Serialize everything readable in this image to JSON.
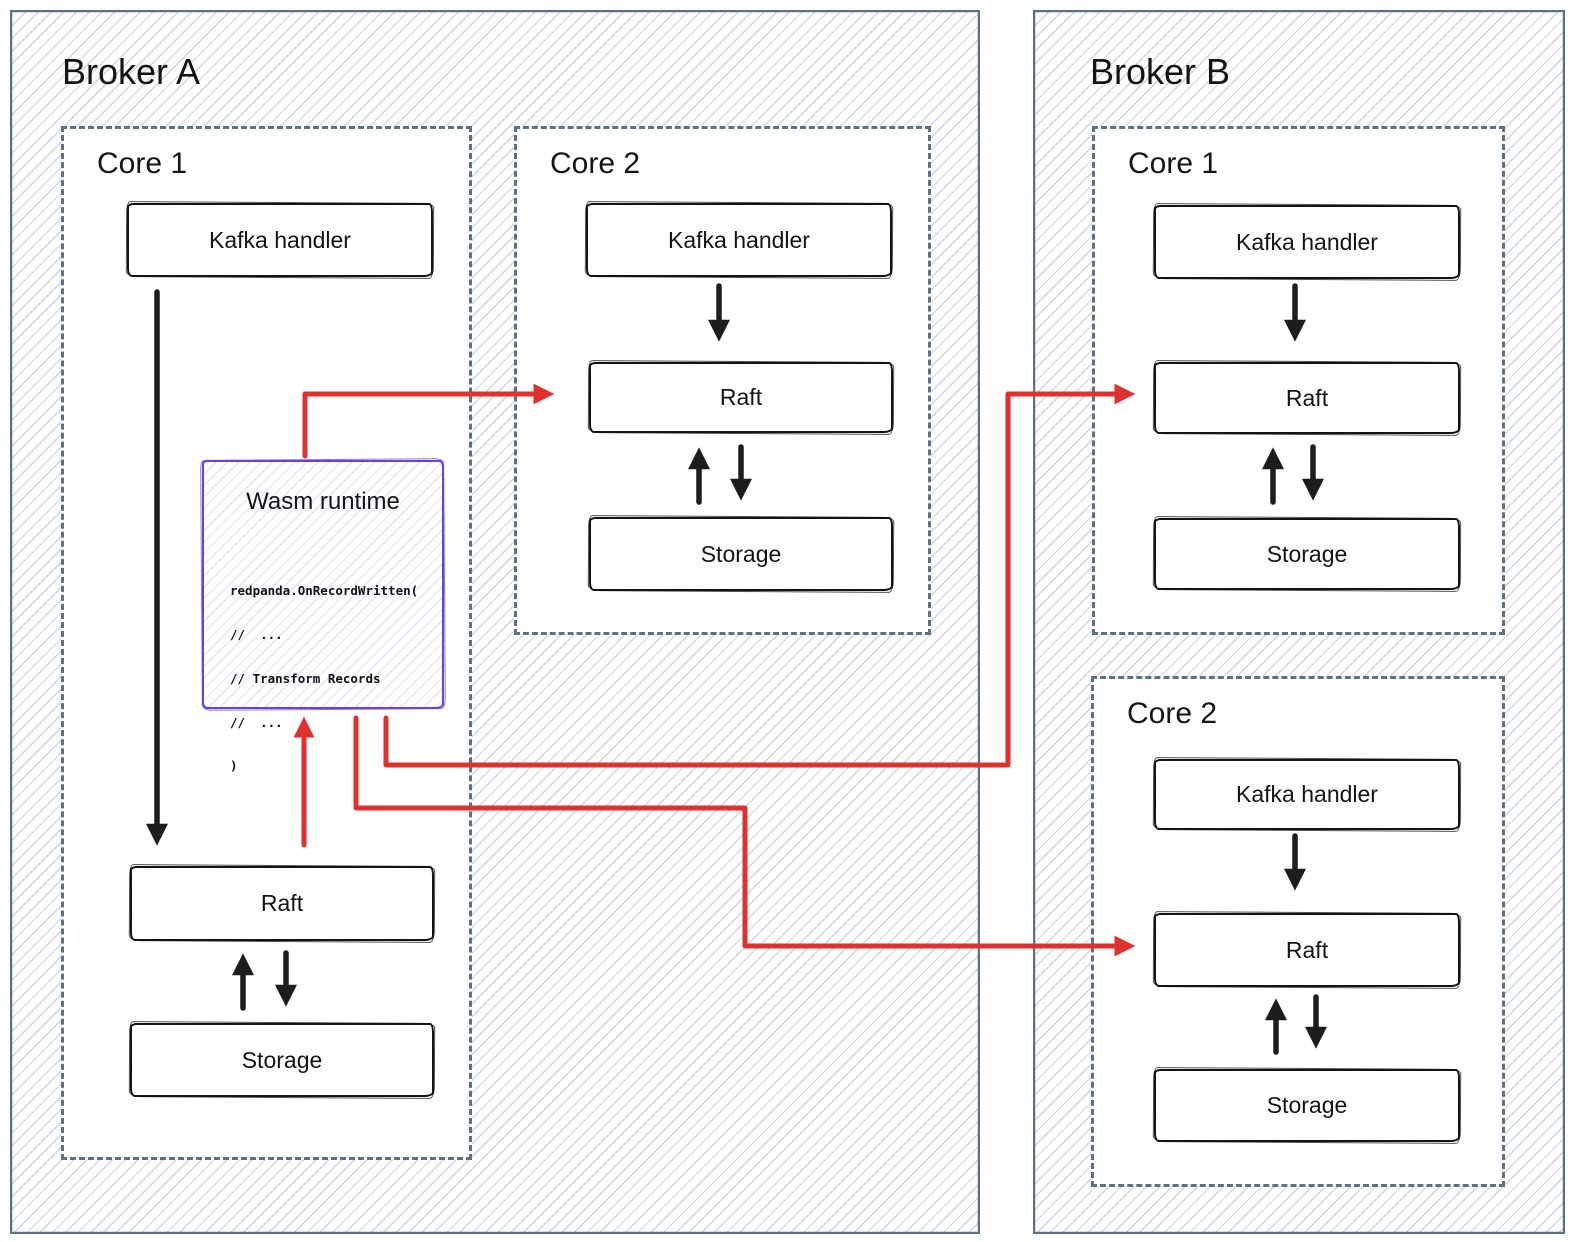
{
  "brokers": [
    {
      "title": "Broker A",
      "cores": [
        {
          "label": "Core 1",
          "kafka": "Kafka handler",
          "raft": "Raft",
          "storage": "Storage",
          "wasm": {
            "title": "Wasm runtime",
            "code": [
              "redpanda.OnRecordWritten(",
              "//  ...",
              "// Transform Records",
              "//  ...",
              ")"
            ]
          }
        },
        {
          "label": "Core 2",
          "kafka": "Kafka handler",
          "raft": "Raft",
          "storage": "Storage"
        }
      ]
    },
    {
      "title": "Broker B",
      "cores": [
        {
          "label": "Core 1",
          "kafka": "Kafka handler",
          "raft": "Raft",
          "storage": "Storage"
        },
        {
          "label": "Core 2",
          "kafka": "Kafka handler",
          "raft": "Raft",
          "storage": "Storage"
        }
      ]
    }
  ],
  "colors": {
    "arrow_red": "#e03131",
    "wasm_purple": "#6742e0",
    "frame_slate": "#5d7089",
    "box_black": "#141414"
  }
}
